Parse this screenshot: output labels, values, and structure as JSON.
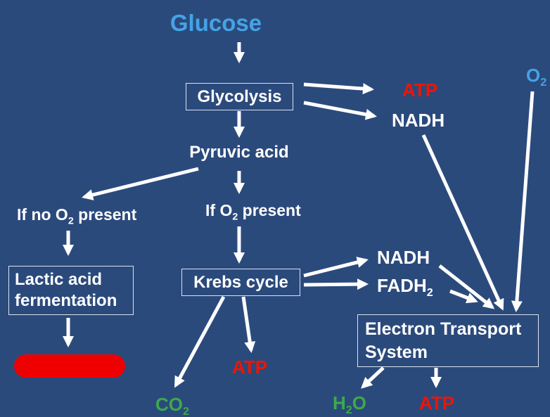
{
  "colors": {
    "background": "#2b4a7c",
    "accent_blue": "#45a3e6",
    "red": "#ee1505",
    "green": "#3caa4a",
    "white": "#ffffff"
  },
  "nodes": {
    "glucose": "Glucose",
    "glycolysis": "Glycolysis",
    "atp_top": "ATP",
    "nadh_top": "NADH",
    "o2_top": {
      "base": "O",
      "sub": "2"
    },
    "pyruvic_acid": "Pyruvic acid",
    "if_no_o2": {
      "pre": "If no O",
      "sub": "2",
      "post": " present"
    },
    "if_o2": {
      "pre": "If O",
      "sub": "2",
      "post": " present"
    },
    "lactic": {
      "line1": "Lactic acid",
      "line2": "fermentation"
    },
    "krebs": "Krebs cycle",
    "nadh_mid": "NADH",
    "fadh2": {
      "base": "FADH",
      "sub": "2"
    },
    "ets": {
      "line1": "Electron Transport",
      "line2": "System"
    },
    "atp_krebs": "ATP",
    "co2": {
      "base": "CO",
      "sub": "2"
    },
    "h2o": {
      "pre": "H",
      "sub": "2",
      "post": "O"
    },
    "atp_bottom": "ATP"
  }
}
